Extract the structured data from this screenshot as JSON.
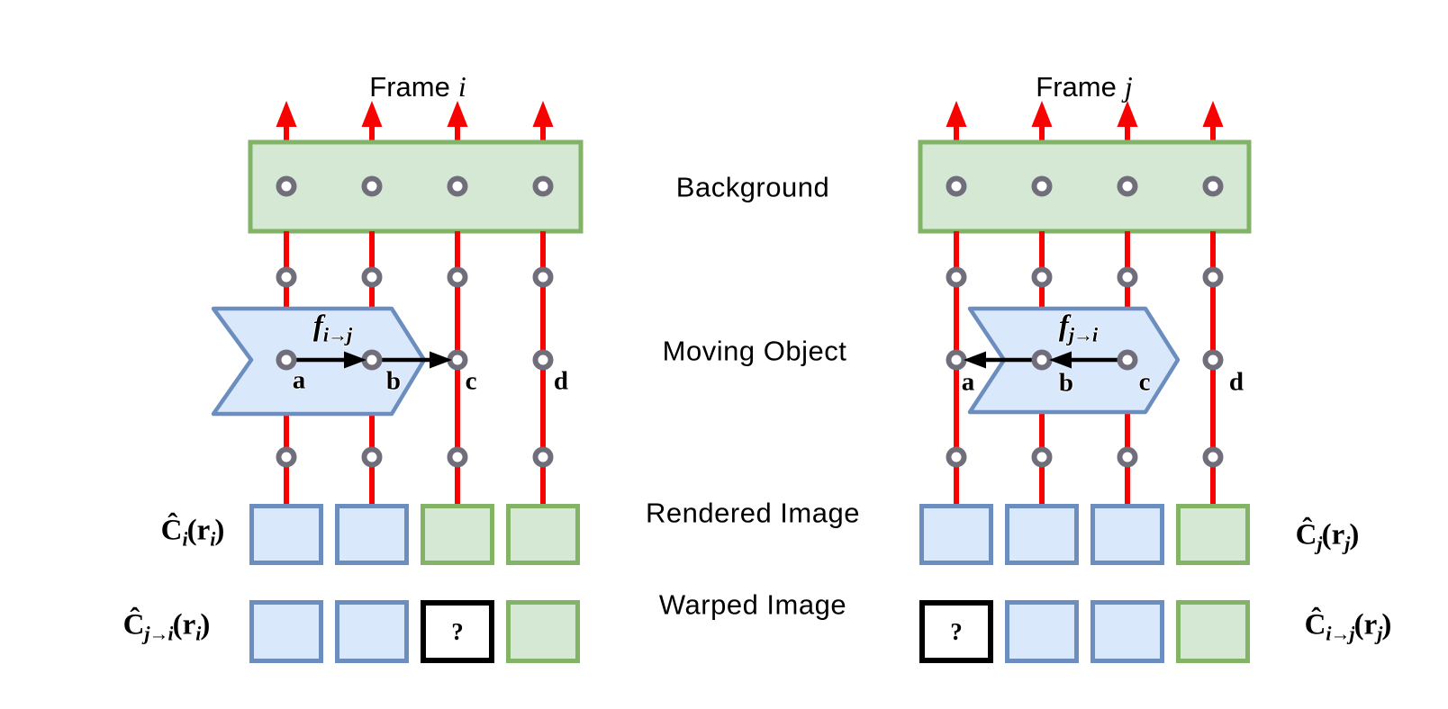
{
  "colors": {
    "red": "#f80200",
    "green_fill": "#d5e8d4",
    "green_stroke": "#82b366",
    "blue_fill": "#dae8fc",
    "blue_stroke": "#6c8ebf",
    "node_stroke": "#716e7c",
    "ink": "#000000"
  },
  "center_labels": {
    "background": "Background",
    "moving_object": "Moving Object",
    "rendered_image": "Rendered Image",
    "warped_image": "Warped Image"
  },
  "frame_i": {
    "title": {
      "prefix": "Frame",
      "variable": "i"
    },
    "flow_label": {
      "base": "f",
      "sub": "i→j"
    },
    "points": [
      "a",
      "b",
      "c",
      "d"
    ],
    "rendered_label": {
      "base": "Ĉ",
      "sub1": "i",
      "mid": "(r",
      "sub2": "i",
      "end": ")"
    },
    "warped_label": {
      "base": "Ĉ",
      "sub1": "j→i",
      "mid": "(r",
      "sub2": "i",
      "end": ")"
    },
    "rendered_pixels": [
      "object",
      "object",
      "background",
      "background"
    ],
    "warped_pixels": [
      "object",
      "object",
      "unknown",
      "background"
    ],
    "unknown_mark": "?"
  },
  "frame_j": {
    "title": {
      "prefix": "Frame",
      "variable": "j"
    },
    "flow_label": {
      "base": "f",
      "sub": "j→i"
    },
    "points": [
      "a",
      "b",
      "c",
      "d"
    ],
    "rendered_label": {
      "base": "Ĉ",
      "sub1": "j",
      "mid": "(r",
      "sub2": "j",
      "end": ")"
    },
    "warped_label": {
      "base": "Ĉ",
      "sub1": "i→j",
      "mid": "(r",
      "sub2": "j",
      "end": ")"
    },
    "rendered_pixels": [
      "object",
      "object",
      "object",
      "background"
    ],
    "warped_pixels": [
      "unknown",
      "object",
      "object",
      "background"
    ],
    "unknown_mark": "?"
  }
}
